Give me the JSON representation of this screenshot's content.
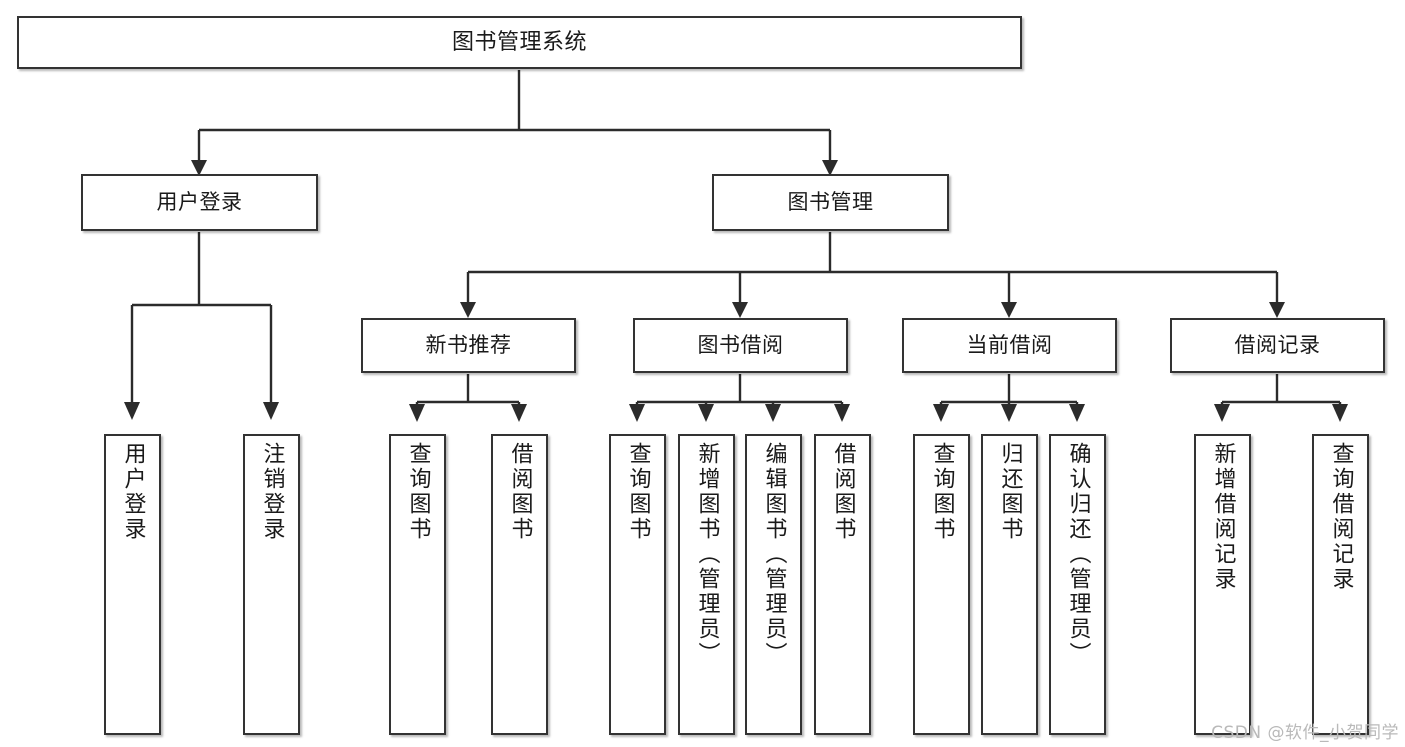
{
  "diagram": {
    "title": "图书管理系统",
    "type": "tree",
    "watermark": "CSDN @软件_小贺同学",
    "accent_color": "#333333",
    "line_color": "#2b2b2b",
    "background": "#ffffff",
    "nodes": {
      "root": {
        "label": "图书管理系统"
      },
      "level1": [
        {
          "id": "user-login",
          "label": "用户登录"
        },
        {
          "id": "book-manage",
          "label": "图书管理"
        }
      ],
      "level2": [
        {
          "id": "new-book-rec",
          "label": "新书推荐",
          "parent": "book-manage"
        },
        {
          "id": "book-borrow",
          "label": "图书借阅",
          "parent": "book-manage"
        },
        {
          "id": "current-borrow",
          "label": "当前借阅",
          "parent": "book-manage"
        },
        {
          "id": "borrow-record",
          "label": "借阅记录",
          "parent": "book-manage"
        }
      ],
      "leaves": [
        {
          "id": "leaf-user-login",
          "label": "用户登录",
          "parent": "user-login"
        },
        {
          "id": "leaf-user-logout",
          "label": "注销登录",
          "parent": "user-login"
        },
        {
          "id": "leaf-query-book-1",
          "label": "查询图书",
          "parent": "new-book-rec"
        },
        {
          "id": "leaf-borrow-book-1",
          "label": "借阅图书",
          "parent": "new-book-rec"
        },
        {
          "id": "leaf-query-book-2",
          "label": "查询图书",
          "parent": "book-borrow"
        },
        {
          "id": "leaf-add-book",
          "label": "新增图书（管理员）",
          "parent": "book-borrow"
        },
        {
          "id": "leaf-edit-book",
          "label": "编辑图书（管理员）",
          "parent": "book-borrow"
        },
        {
          "id": "leaf-borrow-book-2",
          "label": "借阅图书",
          "parent": "book-borrow"
        },
        {
          "id": "leaf-query-book-3",
          "label": "查询图书",
          "parent": "current-borrow"
        },
        {
          "id": "leaf-return-book",
          "label": "归还图书",
          "parent": "current-borrow"
        },
        {
          "id": "leaf-confirm-return",
          "label": "确认归还（管理员）",
          "parent": "current-borrow"
        },
        {
          "id": "leaf-add-record",
          "label": "新增借阅记录",
          "parent": "borrow-record"
        },
        {
          "id": "leaf-query-record",
          "label": "查询借阅记录",
          "parent": "borrow-record"
        }
      ]
    }
  }
}
